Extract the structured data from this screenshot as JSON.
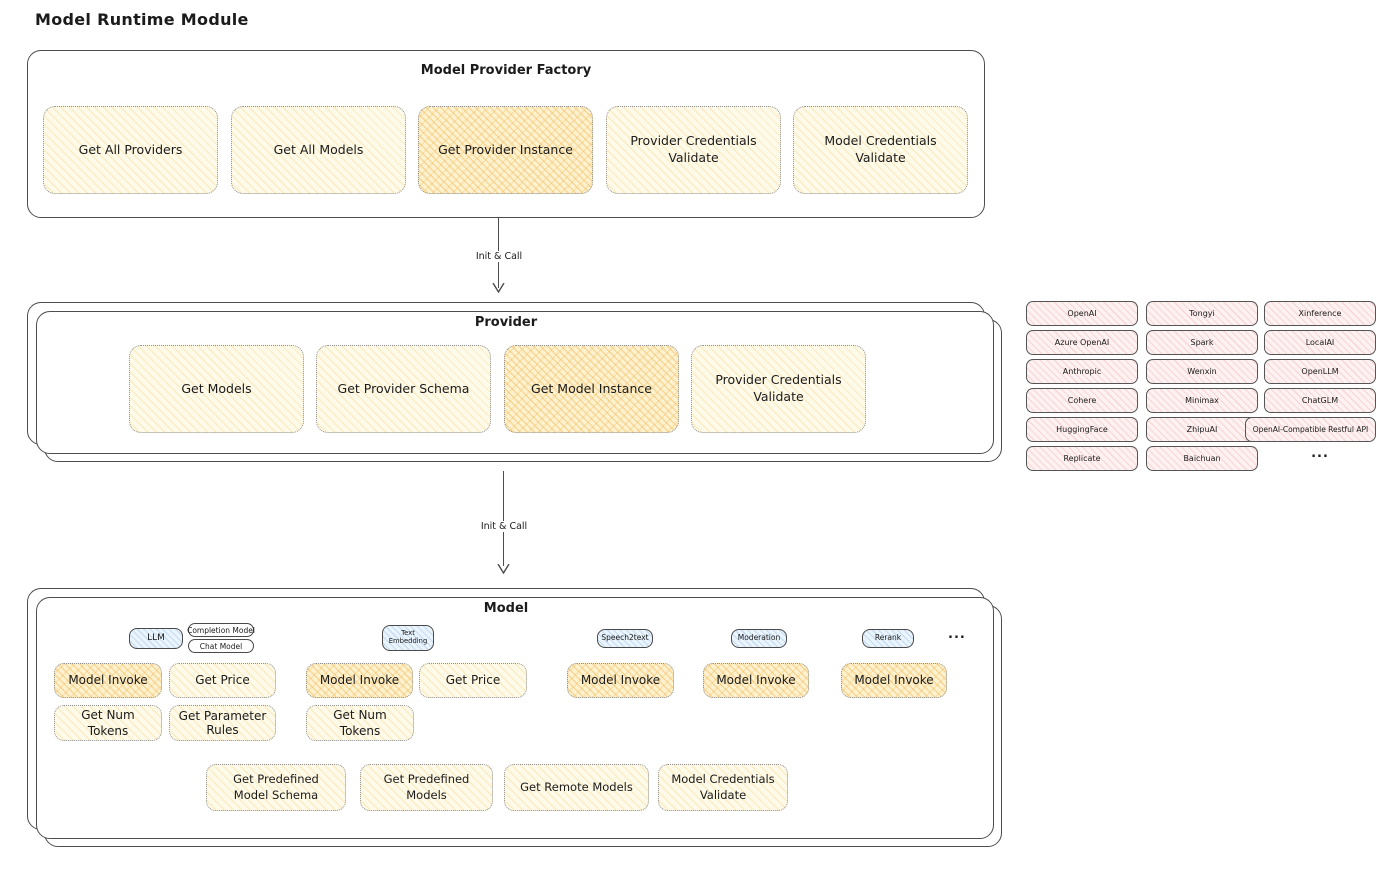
{
  "page_title": "Model Runtime Module",
  "colors": {
    "cream_fill": "#fefae9",
    "orange_highlight_fill": "#f6c97c",
    "blue_tag_fill": "#eaf4fc",
    "pink_chip_fill": "#fdf1f1",
    "stroke": "#4d4d4d"
  },
  "arrows": {
    "factory_to_provider_label": "Init & Call",
    "provider_to_model_label": "Init & Call"
  },
  "factory": {
    "title": "Model Provider Factory",
    "buttons": [
      {
        "label": "Get All Providers",
        "highlight": false
      },
      {
        "label": "Get All Models",
        "highlight": false
      },
      {
        "label": "Get Provider Instance",
        "highlight": true
      },
      {
        "label": "Provider Credentials Validate",
        "highlight": false
      },
      {
        "label": "Model Credentials Validate",
        "highlight": false
      }
    ]
  },
  "provider": {
    "title": "Provider",
    "buttons": [
      {
        "label": "Get Models",
        "highlight": false
      },
      {
        "label": "Get Provider Schema",
        "highlight": false
      },
      {
        "label": "Get Model Instance",
        "highlight": true
      },
      {
        "label": "Provider Credentials Validate",
        "highlight": false
      }
    ]
  },
  "providers_grid": {
    "items": [
      "OpenAI",
      "Tongyi",
      "Xinference",
      "Azure OpenAI",
      "Spark",
      "LocalAI",
      "Anthropic",
      "Wenxin",
      "OpenLLM",
      "Cohere",
      "Minimax",
      "ChatGLM",
      "HuggingFace",
      "ZhipuAI",
      "OpenAI-Compatible Restful API",
      "Replicate",
      "Baichuan"
    ],
    "more_label": "..."
  },
  "model": {
    "title": "Model",
    "tags": {
      "llm": "LLM",
      "completion_model": "Completion Model",
      "chat_model": "Chat Model",
      "text_embedding": "Text Embedding",
      "speech2text": "Speech2text",
      "moderation": "Moderation",
      "rerank": "Rerank",
      "more": "..."
    },
    "llm_group": {
      "model_invoke": "Model Invoke",
      "get_price": "Get Price",
      "get_num_tokens": "Get Num Tokens",
      "get_parameter_rules": "Get Parameter Rules"
    },
    "text_embedding_group": {
      "model_invoke": "Model Invoke",
      "get_price": "Get Price",
      "get_num_tokens": "Get Num Tokens"
    },
    "speech2text_group": {
      "model_invoke": "Model Invoke"
    },
    "moderation_group": {
      "model_invoke": "Model Invoke"
    },
    "rerank_group": {
      "model_invoke": "Model Invoke"
    },
    "bottom_buttons": [
      "Get Predefined Model Schema",
      "Get Predefined Models",
      "Get Remote Models",
      "Model Credentials Validate"
    ]
  }
}
